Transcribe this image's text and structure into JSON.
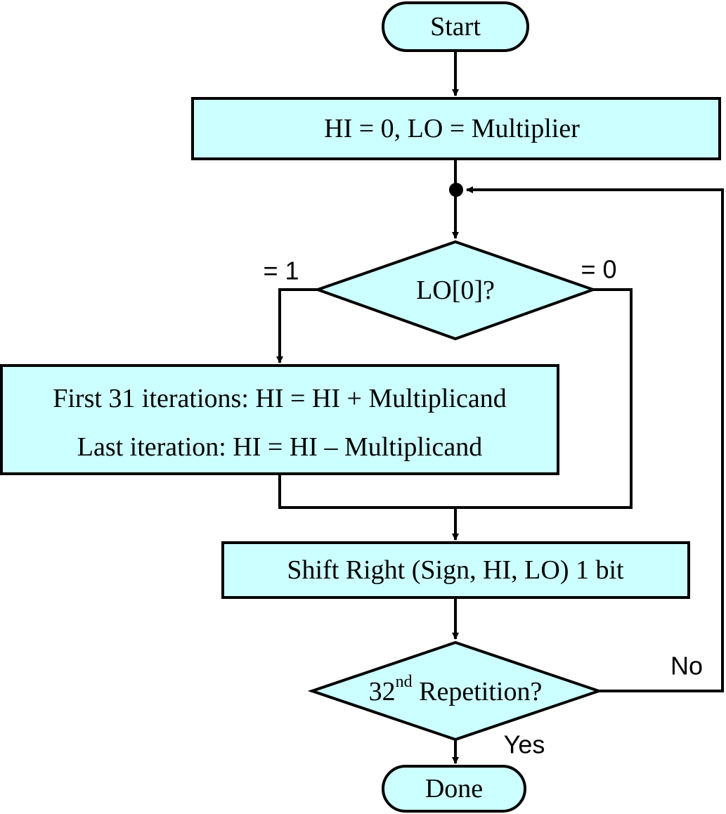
{
  "flowchart": {
    "start": "Start",
    "init": "HI = 0, LO = Multiplier",
    "decision_lo": "LO[0]?",
    "branch_one": "= 1",
    "branch_zero": "= 0",
    "add_step_line1": "First 31 iterations: HI = HI + Multiplicand",
    "add_step_line2": "Last iteration: HI = HI – Multiplicand",
    "shift": "Shift Right (Sign, HI, LO) 1 bit",
    "decision_rep_number": "32",
    "decision_rep_suffix": "nd",
    "decision_rep_text": " Repetition?",
    "label_no": "No",
    "label_yes": "Yes",
    "done": "Done"
  },
  "colors": {
    "node_fill": "#ccffff",
    "stroke": "#000000"
  }
}
